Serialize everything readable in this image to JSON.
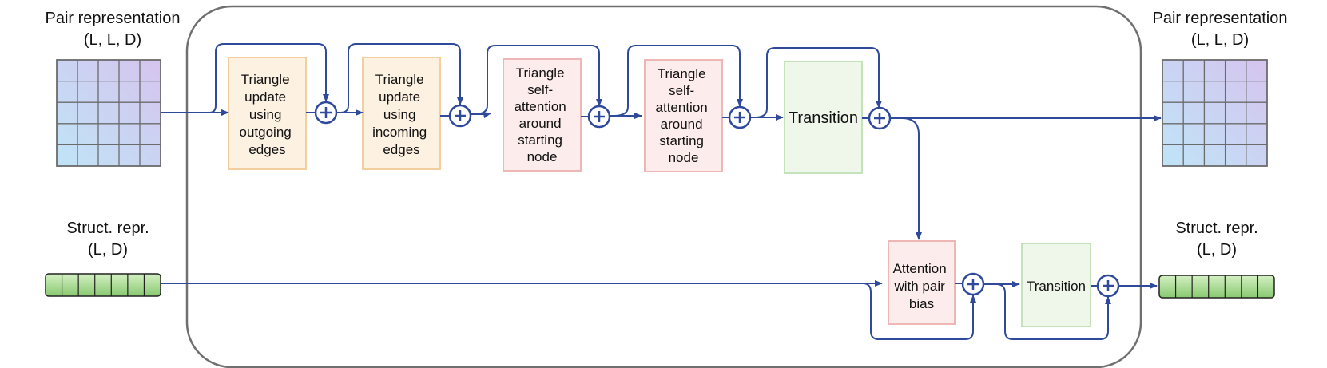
{
  "inputs": {
    "pair": {
      "title": "Pair representation",
      "shape": "(L, L, D)"
    },
    "struct": {
      "title": "Struct. repr.",
      "shape": "(L, D)"
    }
  },
  "outputs": {
    "pair": {
      "title": "Pair representation",
      "shape": "(L, L, D)"
    },
    "struct": {
      "title": "Struct. repr.",
      "shape": "(L, D)"
    }
  },
  "blocks": {
    "tri_out": {
      "lines": [
        "Triangle",
        "update",
        "using",
        "outgoing",
        "edges"
      ],
      "fill": "#fdf1e2",
      "stroke": "#f3cf9e"
    },
    "tri_in": {
      "lines": [
        "Triangle",
        "update",
        "using",
        "incoming",
        "edges"
      ],
      "fill": "#fdf1e2",
      "stroke": "#f3cf9e"
    },
    "att_start_1": {
      "lines": [
        "Triangle",
        "self-",
        "attention",
        "around",
        "starting",
        "node"
      ],
      "fill": "#fdecec",
      "stroke": "#efb6b6"
    },
    "att_start_2": {
      "lines": [
        "Triangle",
        "self-",
        "attention",
        "around",
        "starting",
        "node"
      ],
      "fill": "#fdecec",
      "stroke": "#efb6b6"
    },
    "transition_pair": {
      "lines": [
        "Transition"
      ],
      "fill": "#eef7ea",
      "stroke": "#c5e3bb"
    },
    "att_pair_bias": {
      "lines": [
        "Attention",
        "with pair",
        "bias"
      ],
      "fill": "#fdecec",
      "stroke": "#efb6b6"
    },
    "transition_struct": {
      "lines": [
        "Transition"
      ],
      "fill": "#eef7ea",
      "stroke": "#c5e3bb"
    }
  },
  "colors": {
    "arrow": "#2f4a9b",
    "container": "#707070",
    "grid_stroke": "#6b6b6b",
    "grid_top": "#d6c4ee",
    "grid_bottom": "#bfe4f7",
    "strip_top": "#d4f0c3",
    "strip_bottom": "#88c96f"
  },
  "icons": {
    "add": "circle-plus-icon"
  }
}
